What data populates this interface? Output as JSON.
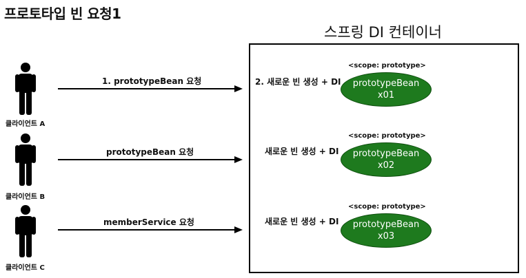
{
  "title": "프로토타입 빈 요청1",
  "container": {
    "title": "스프링 DI 컨테이너"
  },
  "rows": [
    {
      "client": "클라이언트 A",
      "request": "1. prototypeBean 요청",
      "create": "2. 새로운 빈 생성 + DI",
      "scope": "<scope: prototype>",
      "bean_name": "prototypeBean",
      "bean_id": "x01"
    },
    {
      "client": "클라이언트 B",
      "request": "prototypeBean 요청",
      "create": "새로운 빈 생성 + DI",
      "scope": "<scope: prototype>",
      "bean_name": "prototypeBean",
      "bean_id": "x02"
    },
    {
      "client": "클라이언트 C",
      "request": "memberService 요청",
      "create": "새로운 빈 생성 + DI",
      "scope": "<scope: prototype>",
      "bean_name": "prototypeBean",
      "bean_id": "x03"
    }
  ],
  "colors": {
    "bean_fill": "#1e7a1e",
    "arrow": "#000000"
  }
}
